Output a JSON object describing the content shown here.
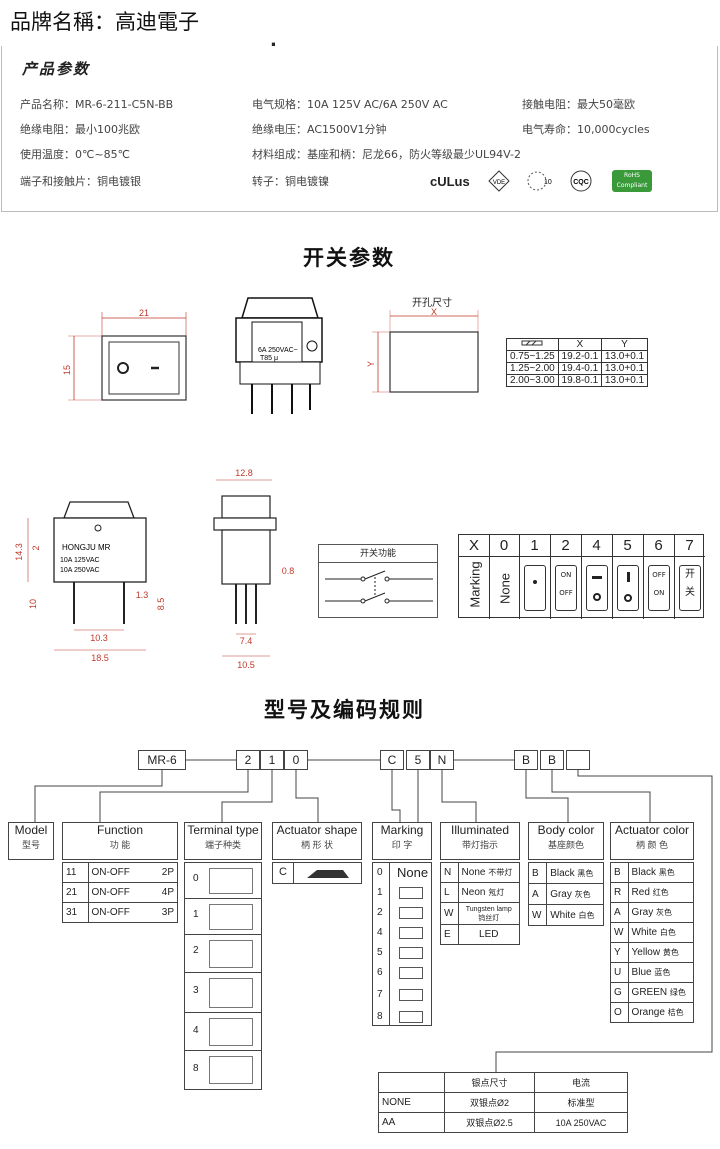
{
  "brand": "品牌名稱：高迪電子",
  "dot": ".",
  "spec_title": "产品参数",
  "specs": [
    {
      "text": "产品名称：MR-6-211-C5N-BB"
    },
    {
      "text": "电气规格：10A  125V  AC/6A 250V  AC"
    },
    {
      "text": "接触电阻：最大50毫欧"
    },
    {
      "text": "绝缘电阻：最小100兆欧"
    },
    {
      "text": "绝缘电压：AC1500V1分钟"
    },
    {
      "text": "电气寿命：10,000cycles"
    },
    {
      "text": "使用温度：0℃~85℃"
    },
    {
      "text": "材料组成：基座和柄：尼龙66，防火等级最少UL94V-2"
    },
    {
      "text": "端子和接触片：铜电镀银"
    },
    {
      "text": "转子：铜电镀镍"
    }
  ],
  "certs": {
    "ul": "cULus",
    "vde": "VDE",
    "ten": "10",
    "cqc": "CQC",
    "rohs": "RoHS Compliant"
  },
  "switch_params_title": "开关参数",
  "front_view": {
    "width": "21",
    "height": "15"
  },
  "switch_print": {
    "line1": "6A 250VAC~",
    "line2": "T85 μ"
  },
  "cutout": {
    "title": "开孔尺寸",
    "x_label": "X",
    "y_label": "Y",
    "table": {
      "headers": [
        "",
        "X",
        "Y"
      ],
      "rows": [
        [
          "0.75~1.25",
          "19.2-0.1",
          "13.0+0.1"
        ],
        [
          "1.25~2.00",
          "19.4-0.1",
          "13.0+0.1"
        ],
        [
          "2.00~3.00",
          "19.8-0.1",
          "13.0+0.1"
        ]
      ]
    }
  },
  "side_dims": {
    "top": "12.8",
    "h1": "14.3",
    "h2": "2",
    "h3": "10",
    "w1": "1.3",
    "w2": "8.5",
    "w3": "10.3",
    "w4": "18.5",
    "w5": "7.4",
    "w6": "10.5",
    "t": "0.8"
  },
  "side_print": {
    "brand": "HONGJU  MR",
    "l1": "10A  125VAC",
    "l2": "10A  250VAC"
  },
  "func_box_title": "开关功能",
  "marking": {
    "header": [
      "X",
      "0",
      "1",
      "2",
      "4",
      "5",
      "6",
      "7"
    ],
    "row_label": "Marking",
    "none": "None",
    "on": "ON",
    "off": "OFF",
    "kai": "开",
    "guan": "关"
  },
  "coding_title": "型号及编码规则",
  "code": {
    "prefix": "MR-6",
    "d1": "2",
    "d2": "1",
    "d3": "0",
    "c": "C",
    "five": "5",
    "n": "N",
    "b1": "B",
    "b2": "B",
    "blank": ""
  },
  "headers": {
    "model": {
      "en": "Model",
      "cn": "型号"
    },
    "function": {
      "en": "Function",
      "cn": "功 能"
    },
    "terminal": {
      "en": "Terminal type",
      "cn": "端子种类"
    },
    "actuator_shape": {
      "en": "Actuator shape",
      "cn": "柄 形 状"
    },
    "marking": {
      "en": "Marking",
      "cn": "印 字"
    },
    "illuminated": {
      "en": "Illuminated",
      "cn": "带灯指示"
    },
    "body_color": {
      "en": "Body color",
      "cn": "基座颜色"
    },
    "actuator_color": {
      "en": "Actuator color",
      "cn": "柄 颜 色"
    }
  },
  "function_rows": [
    [
      "11",
      "ON-OFF",
      "2P"
    ],
    [
      "21",
      "ON-OFF",
      "4P"
    ],
    [
      "31",
      "ON-OFF",
      "3P"
    ]
  ],
  "terminal_codes": [
    "0",
    "1",
    "2",
    "3",
    "4",
    "8"
  ],
  "shape_code": "C",
  "marking_codes": [
    "0",
    "1",
    "2",
    "4",
    "5",
    "6",
    "7",
    "8"
  ],
  "marking_none": "None",
  "illuminated_rows": [
    [
      "N",
      "None",
      "不带灯"
    ],
    [
      "L",
      "Neon",
      "氖灯"
    ],
    [
      "W",
      "Tungsten lamp",
      "钨丝灯"
    ],
    [
      "E",
      "LED",
      ""
    ]
  ],
  "body_rows": [
    [
      "B",
      "Black",
      "黑色"
    ],
    [
      "A",
      "Gray",
      "灰色"
    ],
    [
      "W",
      "White",
      "白色"
    ]
  ],
  "actuator_rows": [
    [
      "B",
      "Black",
      "黑色"
    ],
    [
      "R",
      "Red",
      "红色"
    ],
    [
      "A",
      "Gray",
      "灰色"
    ],
    [
      "W",
      "White",
      "白色"
    ],
    [
      "Y",
      "Yellow",
      "黄色"
    ],
    [
      "U",
      "Blue",
      "蓝色"
    ],
    [
      "G",
      "GREEN",
      "绿色"
    ],
    [
      "O",
      "Orange",
      "桔色"
    ]
  ],
  "contact_table": {
    "headers": [
      "",
      "银点尺寸",
      "电流"
    ],
    "rows": [
      [
        "NONE",
        "双银点Ø2",
        "标准型"
      ],
      [
        "AA",
        "双银点Ø2.5",
        "10A  250VAC"
      ]
    ]
  }
}
